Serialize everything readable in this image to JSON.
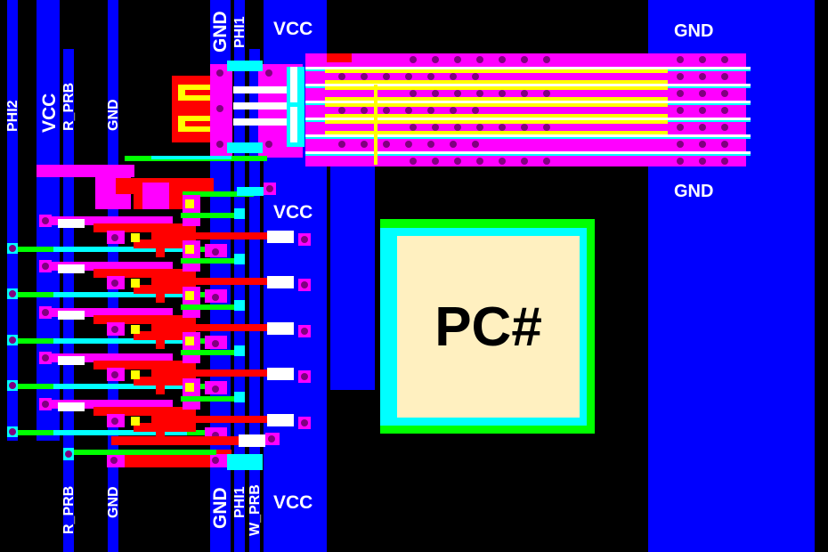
{
  "labels": {
    "phi2_top": "PHI2",
    "vcc_left": "VCC",
    "r_prb_top": "R_PRB",
    "gnd_left_top": "GND",
    "gnd_mid_top": "GND",
    "phi1_top": "PHI1",
    "vcc_top": "VCC",
    "gnd_right_top": "GND",
    "vcc_mid": "VCC",
    "gnd_right_mid": "GND",
    "r_prb_bottom": "R_PRB",
    "gnd_left_bottom": "GND",
    "gnd_mid_bottom": "GND",
    "phi1_bottom": "PHI1",
    "w_prb_bottom": "W_PRB",
    "vcc_bottom": "VCC",
    "pc_block": "PC#"
  },
  "colors": {
    "metal": "#0000ff",
    "diffusion": "#ff00ff",
    "poly": "#ff0000",
    "buried": "#ffff00",
    "cyan": "#00ffff",
    "green": "#00ff00",
    "pad_fill": "#fff0c0"
  }
}
